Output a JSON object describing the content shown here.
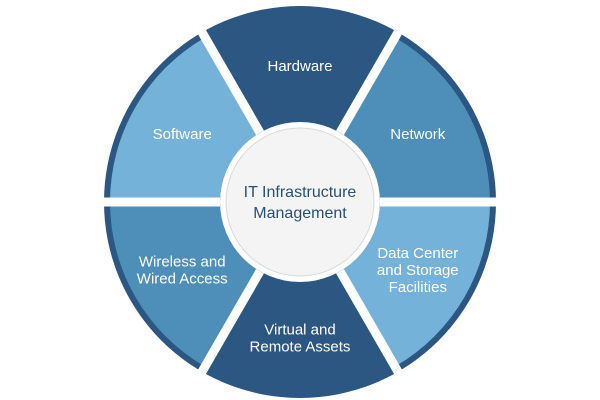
{
  "center": {
    "lines": [
      "IT Infrastructure",
      "Management"
    ]
  },
  "segments": [
    {
      "lines": [
        "Hardware"
      ],
      "color": "#2b5782"
    },
    {
      "lines": [
        "Network"
      ],
      "color": "#4e8fb9"
    },
    {
      "lines": [
        "Data Center",
        "and Storage",
        "Facilities"
      ],
      "color": "#75b2da"
    },
    {
      "lines": [
        "Virtual and",
        "Remote Assets"
      ],
      "color": "#2b5782"
    },
    {
      "lines": [
        "Wireless and",
        "Wired Access"
      ],
      "color": "#4e8fb9"
    },
    {
      "lines": [
        "Software"
      ],
      "color": "#75b2da"
    }
  ],
  "colors": {
    "ring_outline": "#2b5782",
    "center_fill": "#f4f4f4",
    "center_text": "#2a4f74",
    "divider": "#ffffff",
    "segment_text": "#ffffff"
  }
}
